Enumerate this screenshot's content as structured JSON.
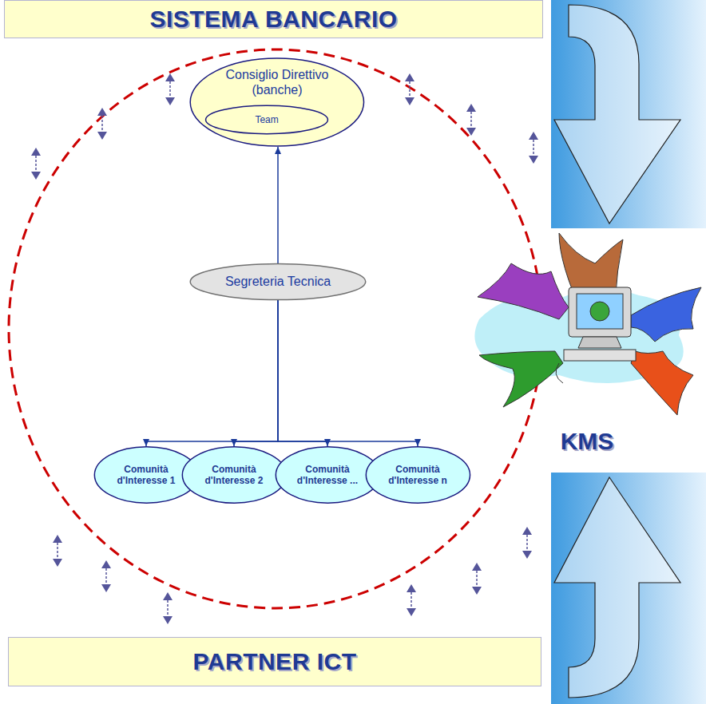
{
  "diagram": {
    "nodes": [
      {
        "text": [
          "SISTEMA BANCARIO"
        ]
      },
      {
        "text": [
          "PARTNER ICT"
        ]
      },
      {
        "text": [
          "Consiglio Direttivo (banche)"
        ]
      },
      {
        "text": [
          "Team"
        ],
        "in": 2
      },
      {
        "text": [
          "Segreteria Tecnica"
        ]
      },
      {
        "text": [
          "Comunità d'Interesse 1"
        ]
      },
      {
        "text": [
          "Comunità d'Interesse 2"
        ]
      },
      {
        "text": [
          "Comunità d'Interesse ..."
        ]
      },
      {
        "text": [
          "Comunità d'Interesse n"
        ]
      }
    ],
    "edges": [
      {
        "from": 4,
        "to": 2,
        "arrow": "to"
      },
      {
        "from": 4,
        "to": 5,
        "arrow": "to"
      },
      {
        "from": 4,
        "to": 6,
        "arrow": "to"
      },
      {
        "from": 4,
        "to": 7,
        "arrow": "to"
      },
      {
        "from": 4,
        "to": 8,
        "arrow": "to"
      }
    ],
    "labels": [
      "KMS"
    ]
  }
}
